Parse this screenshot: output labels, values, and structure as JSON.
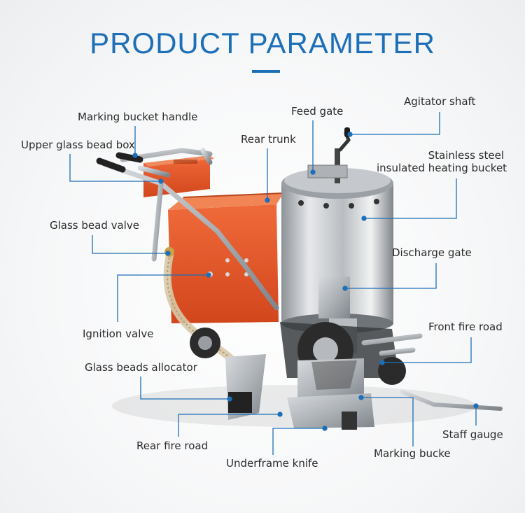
{
  "header": {
    "title": "PRODUCT PARAMETER"
  },
  "labels": {
    "marking_bucket_handle": "Marking bucket handle",
    "upper_glass_bead_box": "Upper glass bead box",
    "rear_trunk": "Rear trunk",
    "feed_gate": "Feed gate",
    "agitator_shaft": "Agitator shaft",
    "heating_bucket_line1": "Stainless steel",
    "heating_bucket_line2": "insulated heating bucket",
    "glass_bead_valve": "Glass bead valve",
    "discharge_gate": "Discharge gate",
    "front_fire_road": "Front fire road",
    "ignition_valve": "Ignition valve",
    "glass_beads_allocator": "Glass beads allocator",
    "staff_gauge": "Staff gauge",
    "rear_fire_road": "Rear fire road",
    "marking_bucke": "Marking bucke",
    "underframe_knife": "Underframe knife"
  },
  "colors": {
    "title": "#1d6fb8",
    "leader_line": "#1d6fb8",
    "machine_body": "#e2572a",
    "bucket": "#c9cdd1"
  }
}
